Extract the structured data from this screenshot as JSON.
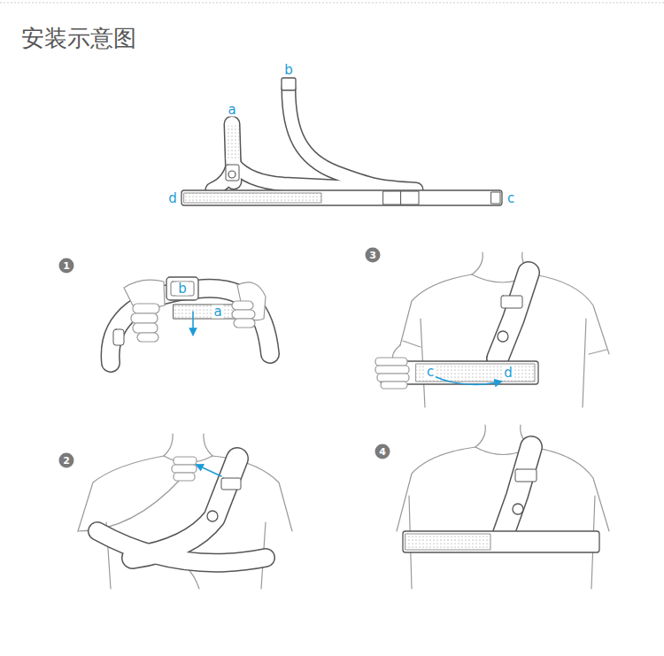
{
  "diagram": {
    "title": "安装示意图",
    "nodes": [
      {
        "text": [
          "1"
        ]
      },
      {
        "text": [
          "3"
        ]
      },
      {
        "text": [
          "2"
        ]
      },
      {
        "text": [
          "4"
        ]
      }
    ],
    "labels": [
      "b",
      "a",
      "d",
      "c",
      "b",
      "a",
      "c",
      "d"
    ]
  }
}
